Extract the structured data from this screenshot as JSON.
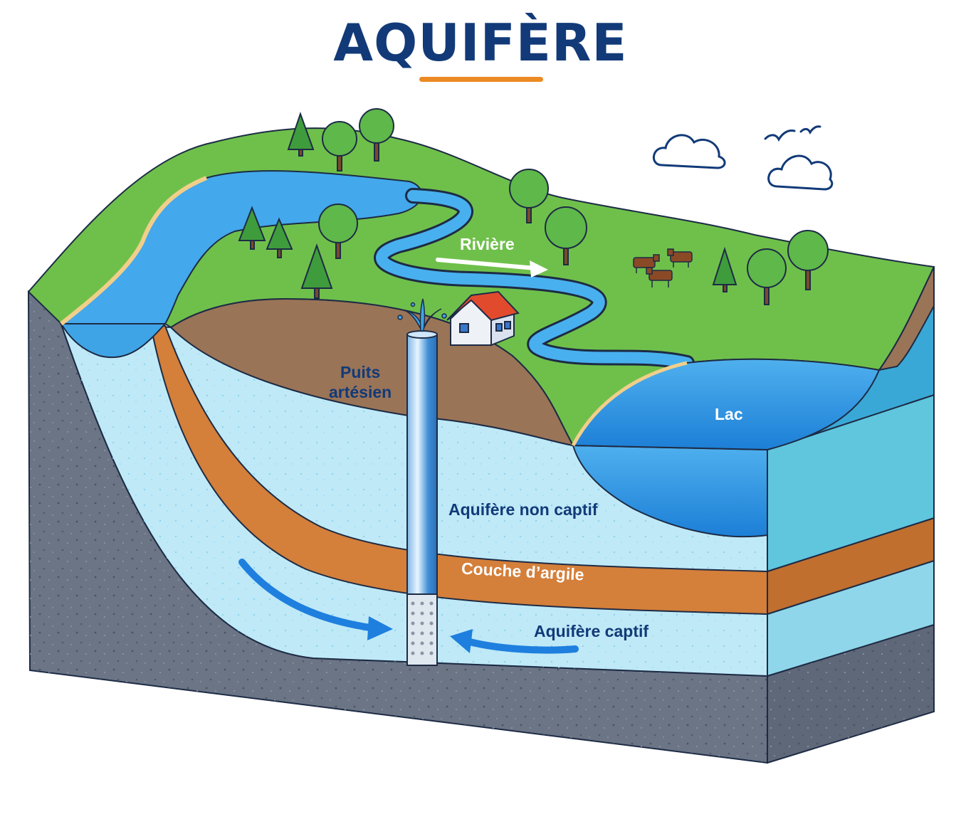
{
  "title": "AQUIFÈRE",
  "labels": {
    "riviere": "Rivière",
    "puits_line1": "Puits",
    "puits_line2": "artésien",
    "lac": "Lac",
    "aquifere_non_captif": "Aquifère non captif",
    "couche_argile": "Couche d’argile",
    "aquifere_captif": "Aquifère captif"
  },
  "colors": {
    "title": "#123a78",
    "underline": "#ec8a23",
    "grass": "#6fc04b",
    "water_surface": "#3fa4e6",
    "unconfined_aquifer": "#bfe9f7",
    "clay": "#d47f3a",
    "bedrock": "#6b7585",
    "soil": "#9a7457",
    "arrow": "#1e7fde"
  }
}
